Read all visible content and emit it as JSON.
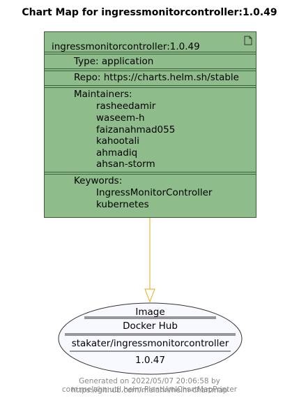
{
  "title": "Chart Map for ingressmonitorcontroller:1.0.49",
  "chart": {
    "name": "ingressmonitorcontroller:1.0.49",
    "type": "Type: application",
    "repo": "Repo: https://charts.helm.sh/stable",
    "maintainers_label": "Maintainers:",
    "maintainers": [
      "rasheedamir",
      "waseem-h",
      "faizanahmad055",
      "kahootali",
      "ahmadiq",
      "ahsan-storm"
    ],
    "keywords_label": "Keywords:",
    "keywords": [
      "IngressMonitorController",
      "kubernetes"
    ]
  },
  "image": {
    "label": "Image",
    "registry": "Docker Hub",
    "repository": "stakater/ingressmonitorcontroller",
    "tag": "1.0.47"
  },
  "footer": {
    "line1": "Generated on 2022/05/07 20:06:58 by com.melahn.util.helm.PlantUmlChartMapPrinter",
    "line2": "https://github.com/melahn/helm-chartmap"
  },
  "colors": {
    "chart_fill": "#8fbc8b",
    "image_fill": "#f8f8ff",
    "arrow": "#e6a817"
  }
}
